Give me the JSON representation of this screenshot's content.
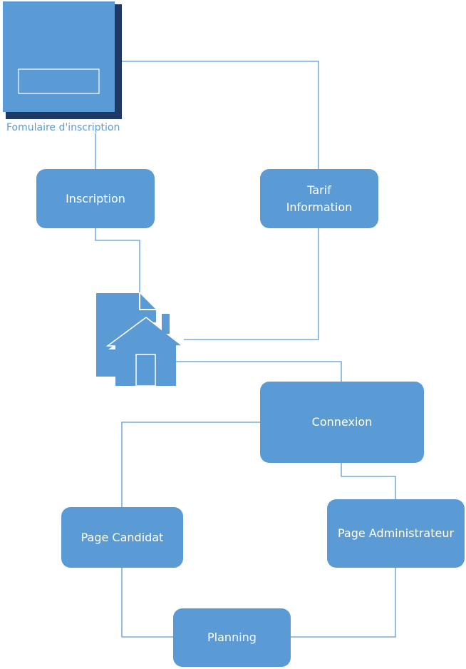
{
  "form_icon": {
    "caption": "Fomulaire d'inscription",
    "color": "#5b9bd5"
  },
  "home_icon": {
    "name": "home-document-icon",
    "color": "#5b9bd5"
  },
  "nodes": {
    "inscription": "Inscription",
    "tarif": "Tarif\nInformation",
    "connexion": "Connexion",
    "page_candidat": "Page Candidat",
    "page_administrateur": "Page Administrateur",
    "planning": "Planning"
  },
  "colors": {
    "node_fill": "#5b9bd5",
    "node_text": "#ffffff",
    "connector": "#5b9bd5",
    "icon_shadow": "#1f3864"
  }
}
